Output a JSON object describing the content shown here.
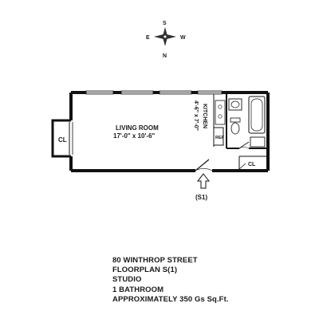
{
  "compass": {
    "n": "N",
    "s": "S",
    "e": "E",
    "w": "W"
  },
  "rooms": {
    "living": {
      "name": "LIVING ROOM",
      "size": "17'-0\" x 10'-6\""
    },
    "kitchen": {
      "name": "KITCHEN",
      "size": "4'-6\" x 7'-0\""
    },
    "closet_left": "CL",
    "closet_right": "CL",
    "refrigerator": "REF"
  },
  "entrance_label": "(S1)",
  "listing": {
    "address": "80 WINTHROP STREET",
    "floorplan": "FLOORPLAN S(1)",
    "type": "STUDIO",
    "bathrooms": "1 BATHROOM",
    "area": "APPROXIMATELY 350 Gs Sq.Ft."
  }
}
